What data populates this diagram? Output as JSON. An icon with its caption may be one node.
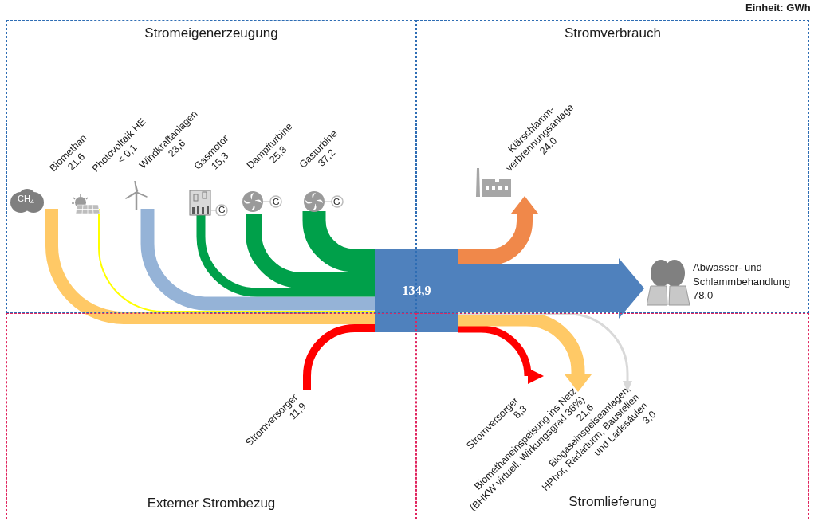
{
  "diagram": {
    "nodes": [
      {
        "text": [
          "Stromeigenerzeugung"
        ]
      },
      {
        "text": [
          "Stromverbrauch"
        ]
      },
      {
        "text": [
          "Externer Strombezug"
        ]
      },
      {
        "text": [
          "Stromlieferung"
        ]
      },
      {
        "text": [
          "CH$_{4}$"
        ],
        "in": 0,
        "beside": [
          "Biomethan",
          "21,6"
        ]
      },
      {
        "text": [],
        "shape": "picture",
        "in": 0,
        "beside": [
          "Photovoltaik HE",
          "< 0,1"
        ]
      },
      {
        "text": [],
        "shape": "picture",
        "in": 0,
        "beside": [
          "Windkraftanlagen",
          "23,6"
        ]
      },
      {
        "text": [
          "G"
        ],
        "in": 0,
        "beside": [
          "Gasmotor",
          "15,3"
        ]
      },
      {
        "text": [
          "G"
        ],
        "in": 0,
        "beside": [
          "Dampfturbine",
          "25,3"
        ]
      },
      {
        "text": [
          "G"
        ],
        "in": 0,
        "beside": [
          "Gasturbine",
          "37,2"
        ]
      },
      {
        "text": [
          "134,9"
        ]
      },
      {
        "text": [],
        "shape": "picture",
        "in": 1,
        "beside": [
          "Klärschlamm- verbrennungsanlage",
          "24,0"
        ]
      },
      {
        "text": [
          "Abwasser- und Schlammbehandlung",
          "78,0"
        ],
        "in": 1
      },
      {
        "text": [
          "Stromversorger",
          "11,9"
        ],
        "in": 2
      },
      {
        "text": [
          "Stromversorger",
          "8,3"
        ],
        "in": 3
      },
      {
        "text": [
          "Biomethaneinspeisung ins Netz (BHKW virtuell, Wirkungsgrad 36%)",
          "21,6"
        ],
        "in": 3
      },
      {
        "text": [
          "Biogaseinspeiseanlagen, HPhor, Radarturm, Baustellen und Ladesäulen",
          "3,0"
        ],
        "in": 3
      }
    ],
    "edges": [
      {
        "from": 4,
        "to": 10,
        "arrow": "none",
        "color": "#ffc966"
      },
      {
        "from": 5,
        "to": 10,
        "arrow": "none",
        "color": "#ffff00"
      },
      {
        "from": 6,
        "to": 10,
        "arrow": "none",
        "color": "#95b3d7"
      },
      {
        "from": 7,
        "to": 10,
        "arrow": "none",
        "color": "#00a04a"
      },
      {
        "from": 8,
        "to": 10,
        "arrow": "none",
        "color": "#00a04a"
      },
      {
        "from": 9,
        "to": 10,
        "arrow": "none",
        "color": "#00a04a",
        "style": "thick"
      },
      {
        "from": 13,
        "to": 10,
        "arrow": "none",
        "color": "#ff0000"
      },
      {
        "from": 10,
        "to": 11,
        "arrow": "to",
        "color": "#f0884a"
      },
      {
        "from": 10,
        "to": 12,
        "arrow": "to",
        "color": "#4f81bd",
        "style": "thick"
      },
      {
        "from": 10,
        "to": 14,
        "arrow": "to",
        "color": "#ff0000"
      },
      {
        "from": 10,
        "to": 15,
        "arrow": "to",
        "color": "#ffc966"
      },
      {
        "from": 10,
        "to": 16,
        "arrow": "to",
        "color": "#d9d9d9"
      }
    ],
    "labels": [
      "Einheit: GWh"
    ]
  }
}
